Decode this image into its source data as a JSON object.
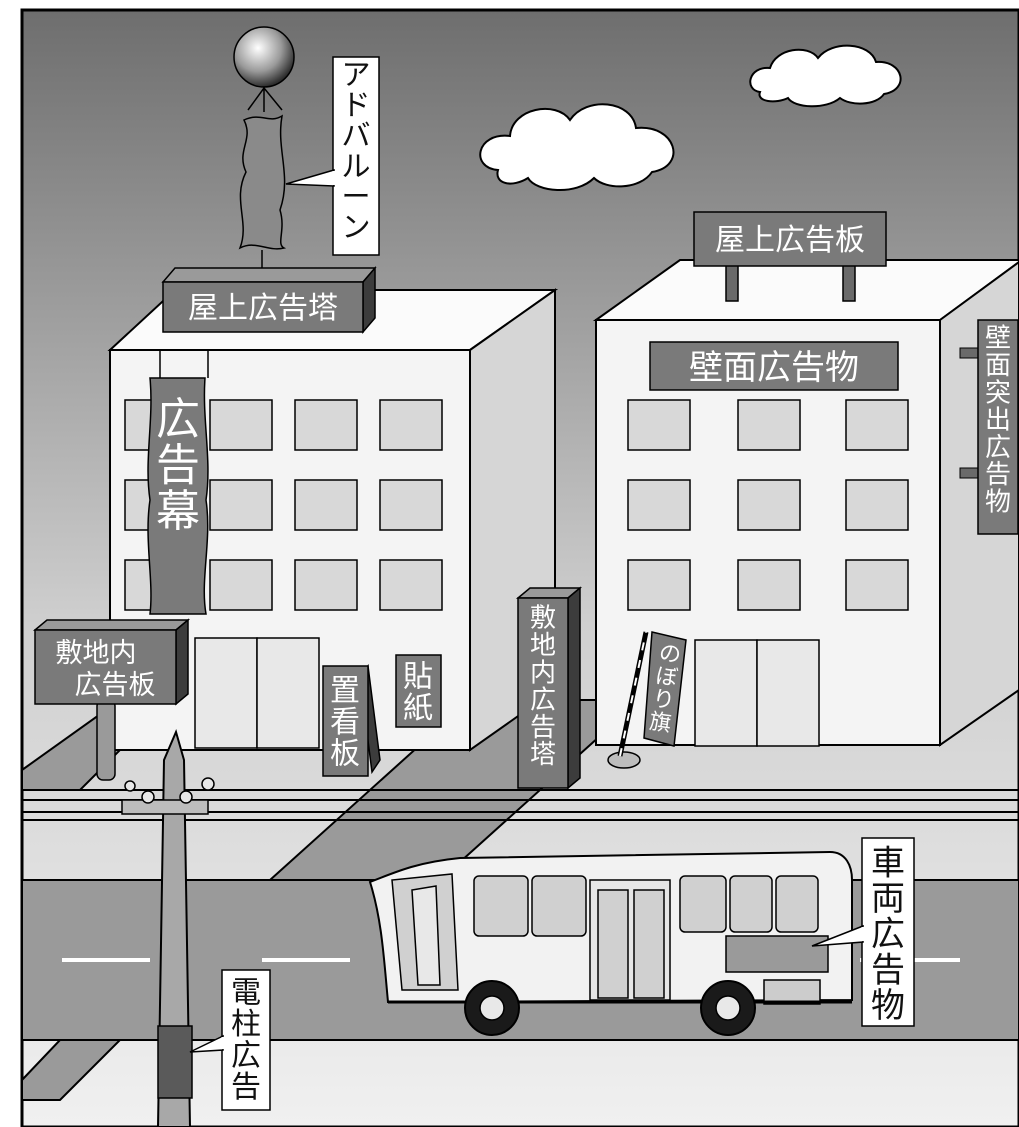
{
  "labels": {
    "ad_balloon": "アドバルーン",
    "rooftop_tower": "屋上広告塔",
    "rooftop_billboard": "屋上広告板",
    "wall_ad": "壁面広告物",
    "wall_projecting": "壁面突出広告物",
    "banner": "広告幕",
    "onsite_board": "敷地内広告板",
    "standing_sign": "置看板",
    "sticker": "貼紙",
    "onsite_tower": "敷地内広告塔",
    "nobori_flag": "のぼり旗",
    "vehicle_ad": "車両広告物",
    "pole_ad": "電柱広告"
  },
  "colors": {
    "sign_fill": "#7a7a7a",
    "sign_dark": "#3c3c3c",
    "sky_top": "#6e6e6e",
    "road": "#9a9a9a",
    "building": "#f4f4f4",
    "window": "#d8d8d8"
  }
}
